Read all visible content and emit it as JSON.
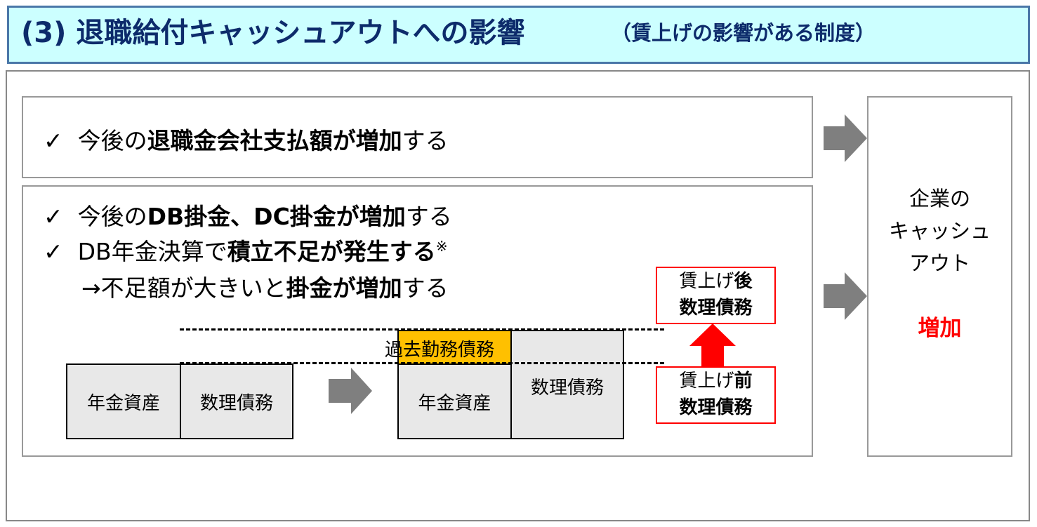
{
  "header": {
    "title": "(3) 退職給付キャッシュアウトへの影響",
    "subtitle": "（賃上げの影響がある制度）"
  },
  "box1": {
    "check": "✓",
    "pre": "今後の",
    "bold": "退職金会社支払額が増加",
    "post": "する"
  },
  "box2": {
    "line1": {
      "check": "✓",
      "pre": "今後の",
      "bold": "DB掛金、DC掛金が増加",
      "post": "する"
    },
    "line2": {
      "check": "✓",
      "pre": "DB年金決算で",
      "bold": "積立不足が発生する",
      "note": "※"
    },
    "line3": {
      "pre": "→不足額が大きいと",
      "bold1": "掛金",
      "mid": "が",
      "bold2": "増加",
      "post": "する"
    }
  },
  "diagram": {
    "before": {
      "assets": "年金資産",
      "obligation": "数理債務"
    },
    "after": {
      "assets": "年金資産",
      "obligation": "数理債務",
      "past_service": "過去勤務債務"
    },
    "after_label": {
      "pre": "賃上げ",
      "bold": "後",
      "line2": "数理債務"
    },
    "before_label": {
      "pre": "賃上げ",
      "bold": "前",
      "line2": "数理債務"
    },
    "colors": {
      "past_service": "#ffc000",
      "arrow": "#ff0000",
      "gray_arrow": "#7f7f7f"
    }
  },
  "result": {
    "line1": "企業の",
    "line2": "キャッシュ",
    "line3": "アウト",
    "effect": "増加",
    "effect_color": "#ff0000"
  }
}
